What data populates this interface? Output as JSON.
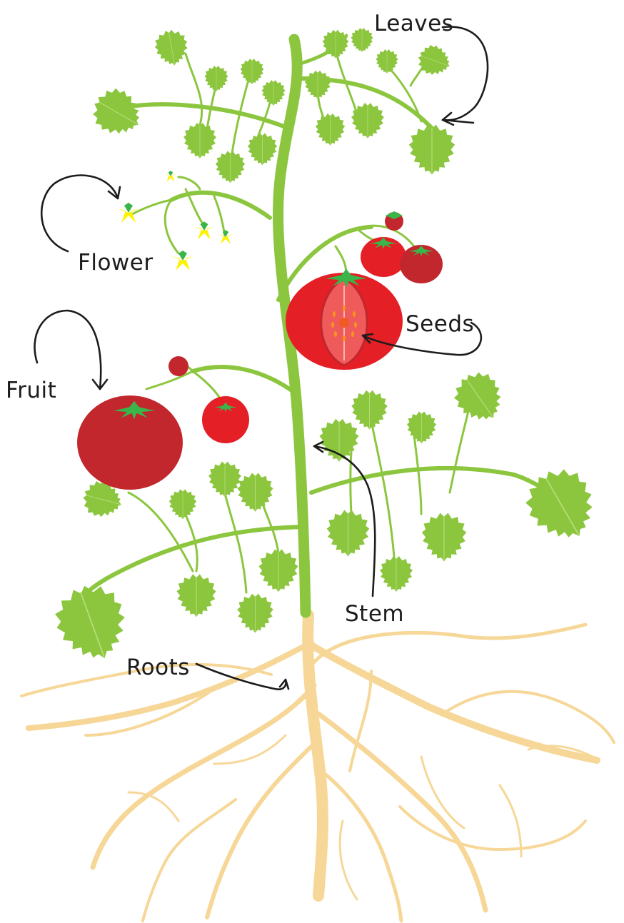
{
  "labels": {
    "leaves": "Leaves",
    "flower": "Flower",
    "seeds": "Seeds",
    "fruit": "Fruit",
    "stem": "Stem",
    "roots": "Roots"
  },
  "colors": {
    "leaf": "#8cc63f",
    "leaf_vein": "#b8df7c",
    "stem": "#8cc63f",
    "root": "#f6d797",
    "tomato_red": "#e41f26",
    "tomato_dark": "#c1272d",
    "tomato_flesh": "#ef5a5a",
    "seed": "#f7941d",
    "flower": "#fff200",
    "sepal": "#39b54a",
    "annotation": "#1c1c1c"
  }
}
